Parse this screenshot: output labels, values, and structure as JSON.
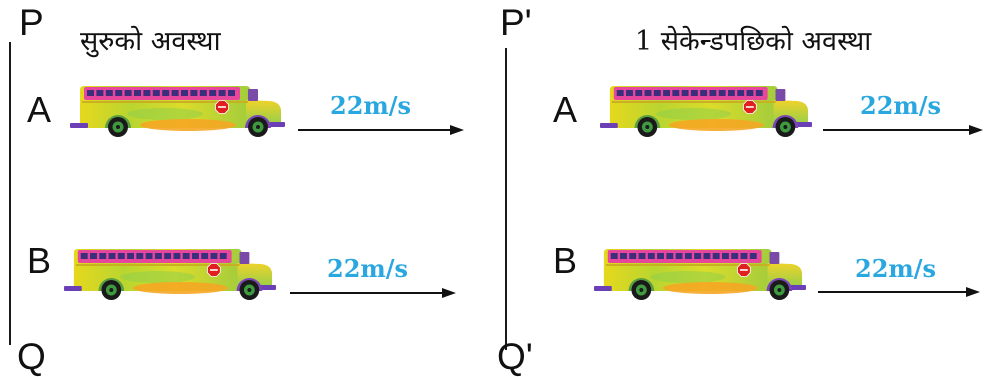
{
  "left_panel": {
    "top_label": "P",
    "bottom_label": "Q",
    "heading": "सुरुको अवस्था",
    "rows": [
      {
        "label": "A",
        "speed": "22m/s"
      },
      {
        "label": "B",
        "speed": "22m/s"
      }
    ]
  },
  "right_panel": {
    "top_label": "P'",
    "bottom_label": "Q'",
    "heading": "1 सेकेन्डपछिको अवस्था",
    "rows": [
      {
        "label": "A",
        "speed": "22m/s"
      },
      {
        "label": "B",
        "speed": "22m/s"
      }
    ]
  },
  "icons": {
    "vehicle": "bus-illustration",
    "direction": "right-arrow-icon"
  },
  "colors": {
    "speed_text": "#2aa7df",
    "arrow": "#111111",
    "line": "#1a1a1a",
    "bus_body": "#d8d82a",
    "bus_window_strip": "#e6479c",
    "bus_bumper": "#6b3fb6",
    "stop_sign": "#e02020"
  }
}
